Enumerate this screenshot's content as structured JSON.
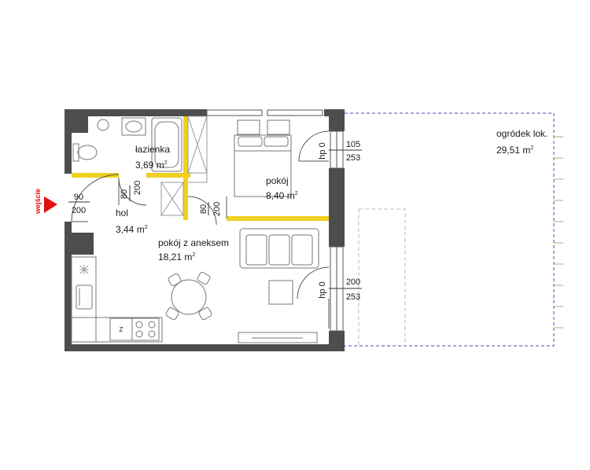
{
  "rooms": {
    "lazienka": {
      "name": "łazienka",
      "area": "3,69",
      "unit": "m",
      "sup": "2"
    },
    "pokoj": {
      "name": "pokój",
      "area": "8,40",
      "unit": "m",
      "sup": "2"
    },
    "hol": {
      "name": "hol",
      "area": "3,44",
      "unit": "m",
      "sup": "2"
    },
    "aneks": {
      "name": "pokój z aneksem",
      "area": "18,21",
      "unit": "m",
      "sup": "2"
    },
    "ogrodek": {
      "name": "ogródek lok.",
      "area": "29,51",
      "unit": "m",
      "sup": "2"
    }
  },
  "entrance": {
    "label": "wejście",
    "door_w": "90",
    "door_h": "200"
  },
  "doors": {
    "bath_w": "80",
    "bath_h": "200",
    "room_w": "80",
    "room_h": "200"
  },
  "windows": {
    "upper": {
      "hp": "hp 0",
      "w": "105",
      "h": "253"
    },
    "lower": {
      "hp": "hp 0",
      "w": "200",
      "h": "253"
    }
  },
  "appliance": {
    "oven_letter": "Z"
  },
  "colors": {
    "wall": "#4d4d4d",
    "accent": "#f0d020",
    "garden": "#4a4ab8",
    "entrance": "#e01010",
    "fixture": "#777777"
  }
}
